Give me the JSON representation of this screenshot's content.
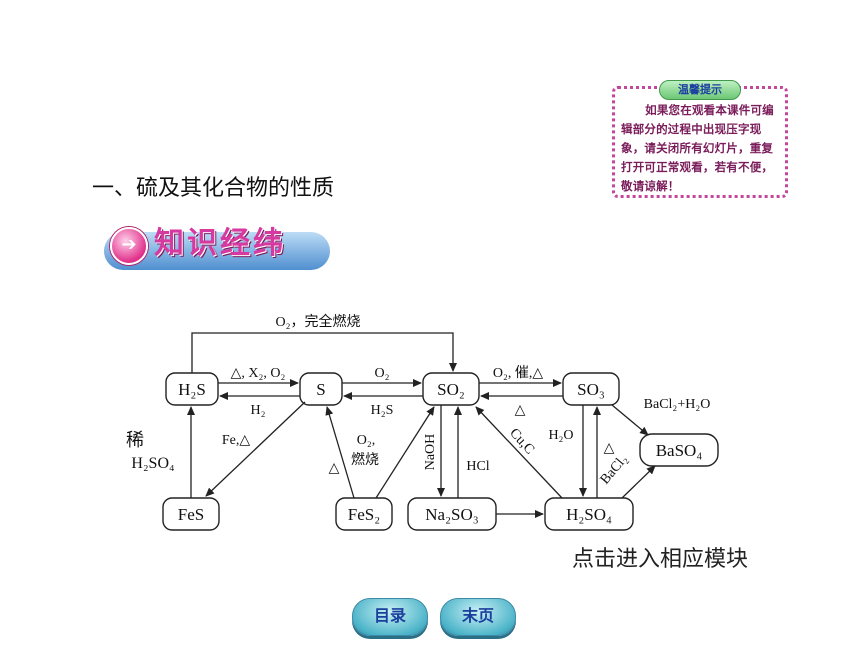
{
  "tip": {
    "title": "温馨提示",
    "text": "如果您在观看本课件可编辑部分的过程中出现压字现象，请关闭所有幻灯片，重复打开可正常观看，若有不便，敬请谅解！"
  },
  "section_title": "一、硫及其化合物的性质",
  "banner": {
    "label": "知识经纬"
  },
  "diagram": {
    "nodes": {
      "h2s": "H₂S",
      "s": "S",
      "so2": "SO₂",
      "so3": "SO₃",
      "baso4": "BaSO₄",
      "fes": "FeS",
      "fes2": "FeS₂",
      "na2so3": "Na₂SO₃",
      "h2so4": "H₂SO₄"
    },
    "labels": {
      "top": "O₂，完全燃烧",
      "h2s_s": "△, X₂, O₂",
      "s_h2s": "H₂",
      "s_so2": "O₂",
      "so2_s": "H₂S",
      "so2_so3": "O₂, 催,△",
      "so3_so2": "△",
      "so3_baso4": "BaCl₂+H₂O",
      "dilute": "稀",
      "dilute_acid": "H₂SO₄",
      "fe": "Fe,△",
      "fes2_s": "△",
      "fes2_so2_a": "O₂,",
      "fes2_so2_b": "燃烧",
      "naoh": "NaOH",
      "hcl": "HCl",
      "cuc": "Cu,C",
      "h2o": "H₂O",
      "h2so4_so3": "△",
      "bacl2": "BaCl₂"
    }
  },
  "hint": "点击进入相应模块",
  "nav": {
    "toc": "目录",
    "last": "末页"
  }
}
